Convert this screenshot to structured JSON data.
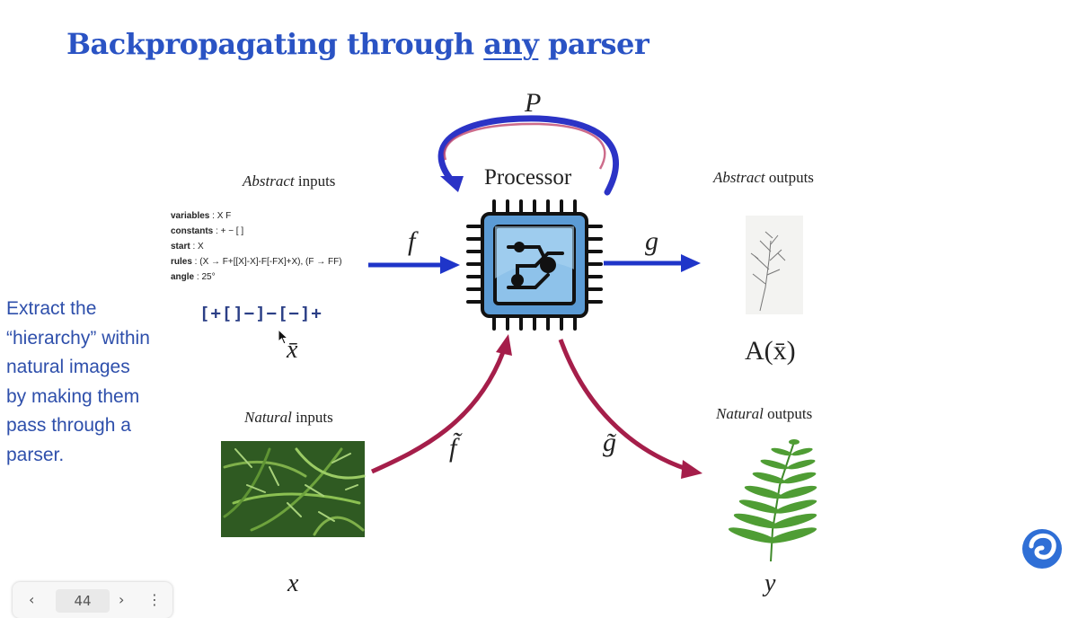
{
  "title": {
    "part1": "Backpropagating through ",
    "underlined": "any",
    "part2": " parser"
  },
  "diagram": {
    "processor_label": "Processor",
    "loop_label": "P",
    "abstract_inputs": {
      "emph": "Abstract",
      "rest": " inputs"
    },
    "abstract_outputs": {
      "emph": "Abstract",
      "rest": " outputs"
    },
    "natural_inputs": {
      "emph": "Natural",
      "rest": " inputs"
    },
    "natural_outputs": {
      "emph": "Natural",
      "rest": " outputs"
    },
    "rules": [
      {
        "key": "variables",
        "value": " : X F"
      },
      {
        "key": "constants",
        "value": " : + − [ ]"
      },
      {
        "key": "start",
        "value": "  : X"
      },
      {
        "key": "rules",
        "value": "  : (X → F+[[X]-X]-F[-FX]+X), (F → FF)"
      },
      {
        "key": "angle",
        "value": "  : 25°"
      }
    ],
    "sequence": "[+[]−]−[−]+",
    "arrow_f": "f",
    "arrow_g": "g",
    "arrow_f_tilde": "f̃",
    "arrow_g_tilde": "g̃",
    "x_bar": "x̄",
    "a_x_bar": "A(x̄)",
    "x": "x",
    "y": "y",
    "colors": {
      "blue_arrow": "#1f35c9",
      "red_arrow": "#a51e4a",
      "chip": "#5b9bd5"
    }
  },
  "side_text": "Extract the “hierarchy” within natural images by making them pass through a parser.",
  "nav": {
    "prev": "‹",
    "page": "44",
    "next": "›",
    "menu": "⋮"
  }
}
